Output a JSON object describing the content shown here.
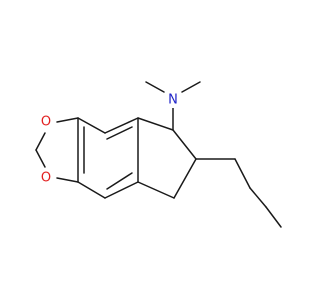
{
  "molecule": {
    "atoms": {
      "nitrogen": {
        "label": "N",
        "color": "#1e22c8"
      },
      "oxygen_top": {
        "label": "O",
        "color": "#e21f1f"
      },
      "oxygen_bottom": {
        "label": "O",
        "color": "#e21f1f"
      }
    },
    "colors": {
      "bond": "#1a1a1a",
      "background": "#ffffff"
    }
  }
}
